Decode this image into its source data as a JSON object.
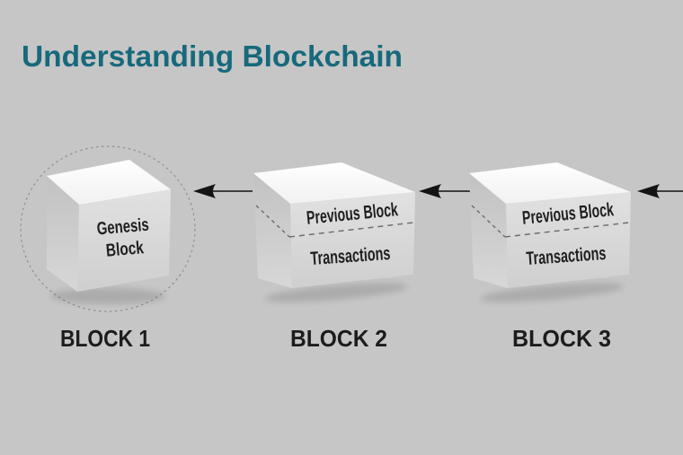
{
  "title": "Understanding Blockchain",
  "colors": {
    "background": "#c6c6c6",
    "title_text": "#17697c",
    "label_text": "#141414",
    "box_top": "#ffffff",
    "box_front": "#d9d9d9",
    "box_side": "#c9c9c9",
    "dashed_line": "#6e6e6e",
    "arrow": "#1c1c1c"
  },
  "blocks": [
    {
      "caption": "BLOCK 1",
      "face_line1": "Genesis",
      "face_line2": "Block",
      "decoration": "dashed-circle"
    },
    {
      "caption": "BLOCK 2",
      "face_line1": "Previous Block",
      "face_line2": "Transactions"
    },
    {
      "caption": "BLOCK 3",
      "face_line1": "Previous Block",
      "face_line2": "Transactions"
    }
  ],
  "icons": {
    "arrow": "left-arrow-icon",
    "arrow_count": 3
  }
}
